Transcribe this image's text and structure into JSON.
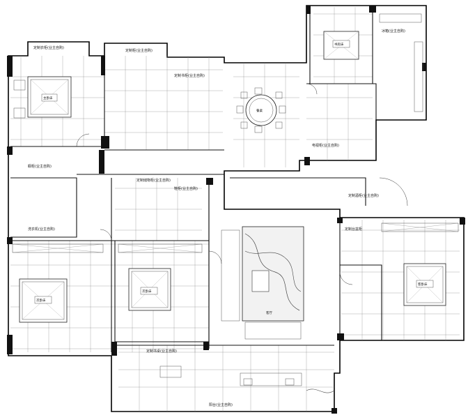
{
  "plan": {
    "room_tags": {
      "bed_nw": "主卧床",
      "bed_sw": "次卧床",
      "bed_mid": "次卧床",
      "bed_e": "客卧床",
      "bed_ne": "书房床",
      "dining": "餐桌",
      "living": "客厅"
    },
    "legend_notes": [
      "定制衣柜(业主自购)",
      "定制柜(业主自购)",
      "定制书柜(业主自购)",
      "橱柜(业主自购)",
      "鞋柜(业主自购)",
      "电视柜(业主自购)",
      "洗衣机(业主自购)",
      "定制酒柜(业主自购)",
      "定制储物柜(业主自购)",
      "定制书桌(业主自购)",
      "定制台盆柜",
      "冰箱(业主自购)"
    ],
    "bottom_note": "阳台(业主自购)",
    "colors": {
      "line": "#222222",
      "column": "#111111",
      "floor_grid": "#777777"
    }
  }
}
